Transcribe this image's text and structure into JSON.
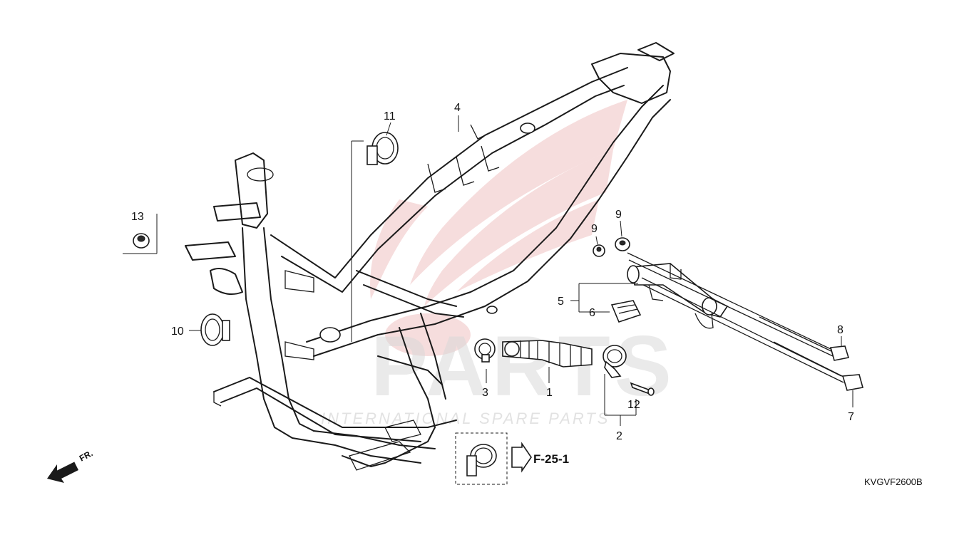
{
  "diagram": {
    "code": "KVGVF2600B",
    "front_indicator": "FR.",
    "reference_link": "F-25-1",
    "watermark": {
      "main": "PARTS",
      "sub": "INTERNATIONAL SPARE PARTS"
    },
    "callouts": [
      {
        "id": "1",
        "label": "1"
      },
      {
        "id": "2",
        "label": "2"
      },
      {
        "id": "3",
        "label": "3"
      },
      {
        "id": "4",
        "label": "4"
      },
      {
        "id": "5",
        "label": "5"
      },
      {
        "id": "6",
        "label": "6"
      },
      {
        "id": "7",
        "label": "7"
      },
      {
        "id": "8",
        "label": "8"
      },
      {
        "id": "9a",
        "label": "9"
      },
      {
        "id": "9b",
        "label": "9"
      },
      {
        "id": "10",
        "label": "10"
      },
      {
        "id": "11",
        "label": "11"
      },
      {
        "id": "12",
        "label": "12"
      },
      {
        "id": "13",
        "label": "13"
      }
    ],
    "colors": {
      "line": "#1a1a1a",
      "watermark_red": "#e8a0a0",
      "watermark_gray": "#d9d9d9"
    }
  }
}
